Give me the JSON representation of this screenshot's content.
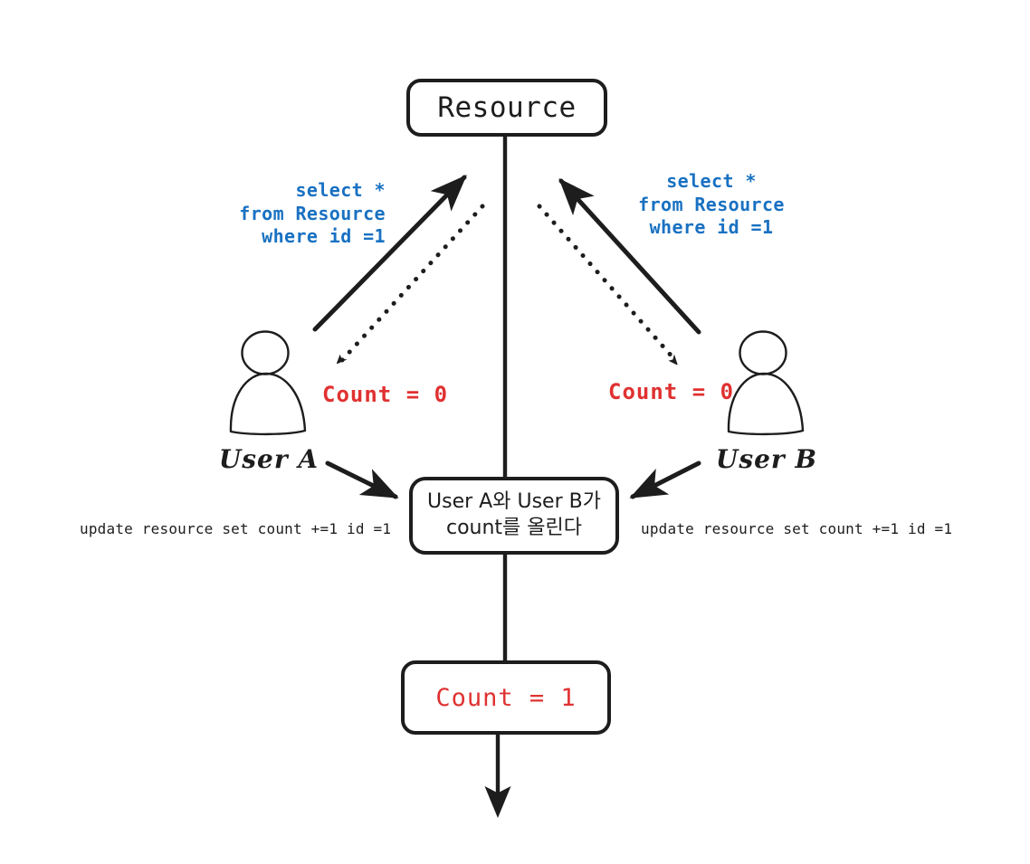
{
  "diagram": {
    "title": "Race condition on shared Resource count",
    "background": "#ffffff",
    "colors": {
      "stroke": "#1d1d1d",
      "query_blue": "#1971c2",
      "count_red": "#e03131"
    }
  },
  "nodes": {
    "resource": {
      "label": "Resource"
    },
    "action": {
      "label": "User A와 User B가\ncount를 올린다"
    },
    "result": {
      "label": "Count = 1"
    }
  },
  "queries": {
    "left": "select *\nfrom Resource\nwhere id =1",
    "right": "select *\nfrom Resource\nwhere id =1"
  },
  "counts": {
    "left": "Count = 0",
    "right": "Count = 0"
  },
  "updates": {
    "left": "update resource set count +=1 id =1",
    "right": "update resource set count +=1 id =1"
  },
  "users": {
    "a": {
      "caption": "User A"
    },
    "b": {
      "caption": "User B"
    }
  },
  "edges": [
    {
      "name": "resource-trunk",
      "style": "solid",
      "from": "resource",
      "to": "action",
      "arrow": false
    },
    {
      "name": "user-a-select-request",
      "style": "solid",
      "from": "user-a",
      "to": "resource",
      "arrow": true
    },
    {
      "name": "user-a-select-response",
      "style": "dotted",
      "from": "resource",
      "to": "user-a",
      "arrow": true
    },
    {
      "name": "user-b-select-request",
      "style": "solid",
      "from": "user-b",
      "to": "resource",
      "arrow": true
    },
    {
      "name": "user-b-select-response",
      "style": "dotted",
      "from": "resource",
      "to": "user-b",
      "arrow": true
    },
    {
      "name": "user-a-update",
      "style": "solid",
      "from": "user-a",
      "to": "action",
      "arrow": true
    },
    {
      "name": "user-b-update",
      "style": "solid",
      "from": "user-b",
      "to": "action",
      "arrow": true
    },
    {
      "name": "action-to-result",
      "style": "solid",
      "from": "action",
      "to": "result",
      "arrow": false
    },
    {
      "name": "result-continues",
      "style": "solid",
      "from": "result",
      "to": "end",
      "arrow": true
    }
  ]
}
